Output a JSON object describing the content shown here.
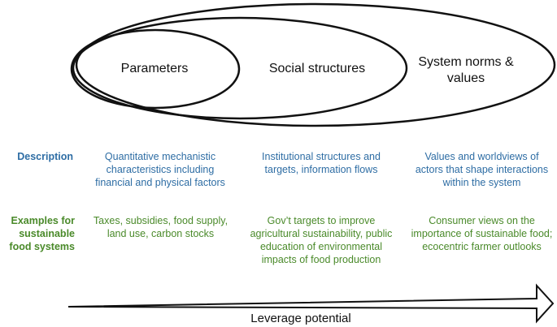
{
  "ovals": {
    "parameters": "Parameters",
    "social": "Social structures",
    "norms": "System norms & values"
  },
  "rows": {
    "description_label": "Description",
    "examples_label": "Examples for sustainable food systems"
  },
  "description": {
    "parameters": "Quantitative mechanistic characteristics including financial and physical factors",
    "social": "Institutional structures and targets, information flows",
    "norms": "Values and worldviews of actors that shape interactions within the system"
  },
  "examples": {
    "parameters": "Taxes, subsidies, food supply, land use, carbon stocks",
    "social": "Gov’t targets to improve agricultural sustainability, public education of environmental impacts of food production",
    "norms": "Consumer views on the importance of sustainable food; ecocentric farmer outlooks"
  },
  "axis": {
    "label": "Leverage potential"
  },
  "colors": {
    "description": "#2e6da4",
    "examples": "#4a8a2a",
    "stroke": "#111111"
  }
}
